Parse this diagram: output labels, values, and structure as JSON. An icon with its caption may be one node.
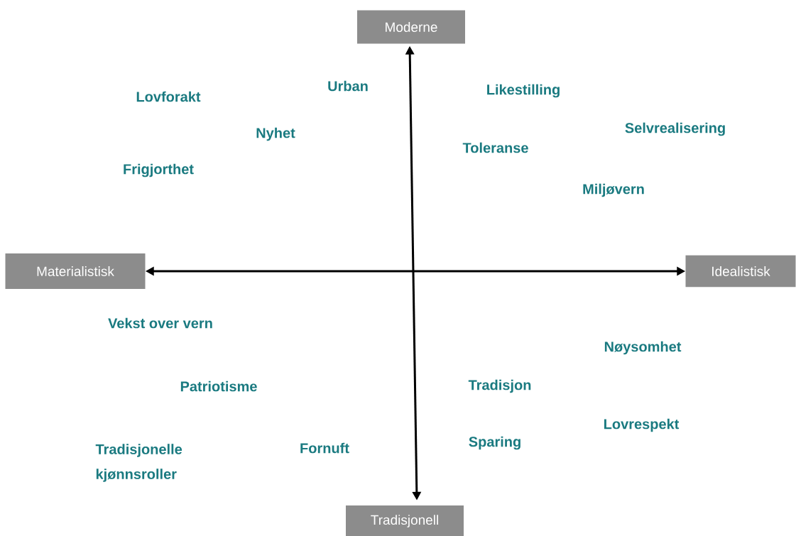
{
  "diagram": {
    "nodes": [
      {
        "text": [
          "Moderne"
        ]
      },
      {
        "text": [
          "Materialistisk"
        ]
      },
      {
        "text": [
          "Idealistisk"
        ]
      },
      {
        "text": [
          "Tradisjonell"
        ]
      }
    ],
    "edges": [
      {
        "from": 3,
        "to": 0,
        "arrow": "both"
      },
      {
        "from": 1,
        "to": 2,
        "arrow": "both"
      }
    ],
    "labels": [
      "Lovforakt",
      "Urban",
      "Likestilling",
      "Nyhet",
      "Selvrealisering",
      "Toleranse",
      "Frigjorthet",
      "Miljøvern",
      "Vekst over vern",
      "Nøysomhet",
      "Patriotisme",
      "Tradisjon",
      "Lovrespekt",
      "Tradisjonelle kjønnsroller",
      "Fornuft",
      "Sparing"
    ]
  }
}
